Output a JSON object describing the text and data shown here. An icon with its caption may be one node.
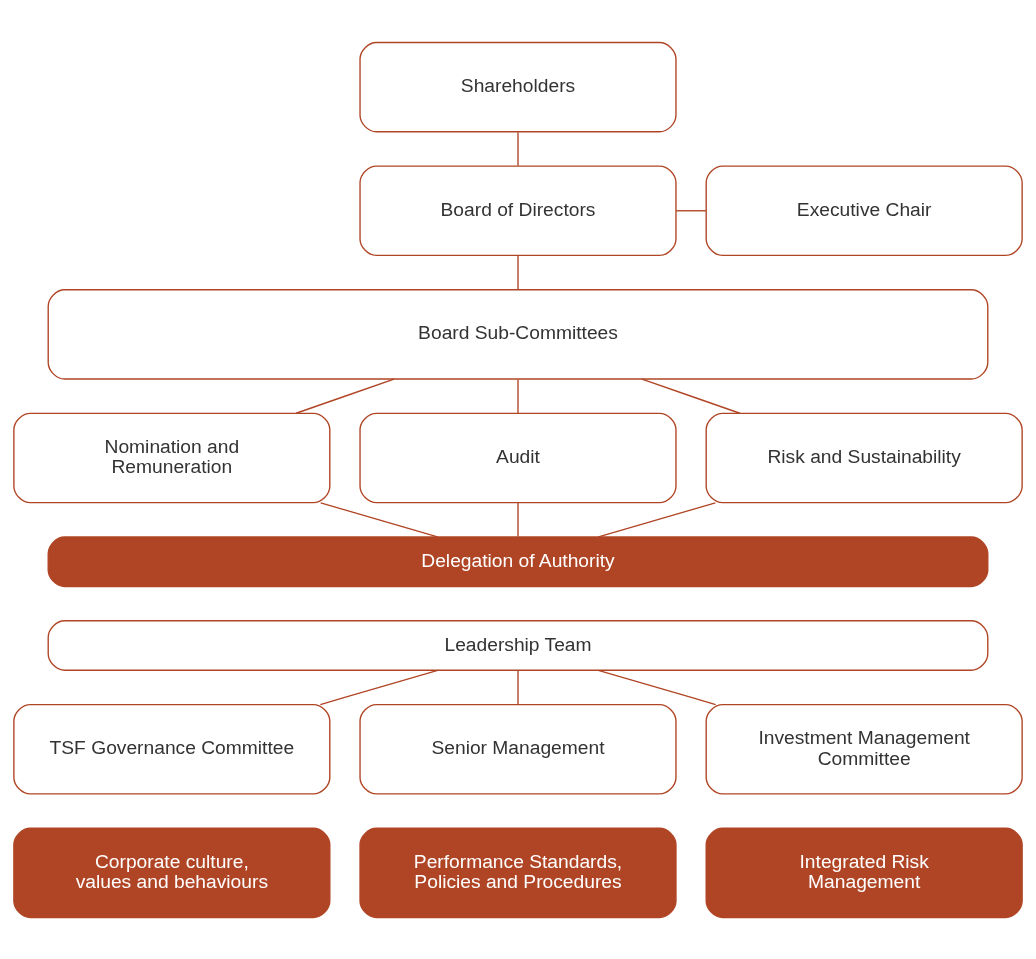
{
  "diagram": {
    "nodes": [
      {
        "text": [
          "Shareholders"
        ]
      },
      {
        "text": [
          "Board of Directors"
        ]
      },
      {
        "text": [
          "Executive Chair"
        ]
      },
      {
        "text": [
          "Board Sub-Committees"
        ]
      },
      {
        "text": [
          "Nomination and Remuneration"
        ]
      },
      {
        "text": [
          "Audit"
        ]
      },
      {
        "text": [
          "Risk and Sustainability"
        ]
      },
      {
        "text": [
          "Delegation of Authority"
        ]
      },
      {
        "text": [
          "Leadership Team"
        ]
      },
      {
        "text": [
          "TSF Governance Committee"
        ]
      },
      {
        "text": [
          "Senior Management"
        ]
      },
      {
        "text": [
          "Investment Management Committee"
        ]
      },
      {
        "text": [
          "Corporate culture, values and behaviours"
        ]
      },
      {
        "text": [
          "Performance Standards, Policies and Procedures"
        ]
      },
      {
        "text": [
          "Integrated Risk Management"
        ]
      }
    ],
    "edges": [
      {
        "from": 0,
        "to": 1,
        "arrow": "none"
      },
      {
        "from": 1,
        "to": 2,
        "arrow": "none"
      },
      {
        "from": 1,
        "to": 3,
        "arrow": "none"
      },
      {
        "from": 3,
        "to": 4,
        "arrow": "none"
      },
      {
        "from": 3,
        "to": 5,
        "arrow": "none"
      },
      {
        "from": 3,
        "to": 6,
        "arrow": "none"
      },
      {
        "from": 4,
        "to": 7,
        "arrow": "none"
      },
      {
        "from": 5,
        "to": 7,
        "arrow": "none"
      },
      {
        "from": 6,
        "to": 7,
        "arrow": "none"
      },
      {
        "from": 8,
        "to": 9,
        "arrow": "none"
      },
      {
        "from": 8,
        "to": 10,
        "arrow": "none"
      },
      {
        "from": 8,
        "to": 11,
        "arrow": "none"
      }
    ]
  }
}
